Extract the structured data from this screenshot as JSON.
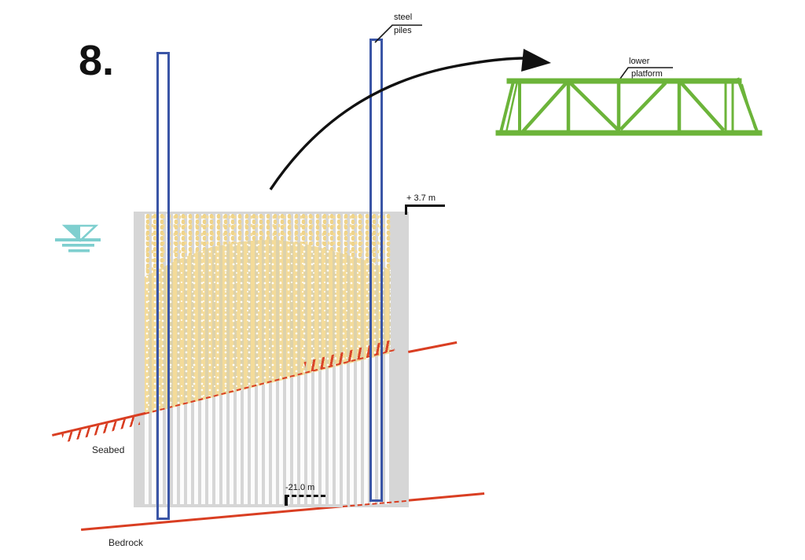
{
  "diagram": {
    "step_number": "8.",
    "callouts": {
      "steel_piles": {
        "line1": "steel",
        "line2": "piles"
      },
      "lower_platform": {
        "line1": "lower",
        "line2": "platform"
      }
    },
    "elevations": {
      "top": "+ 3.7 m",
      "bottom": "-21.0 m"
    },
    "geology": {
      "seabed": "Seabed",
      "bedrock": "Bedrock"
    },
    "colors": {
      "pile_blue": "#3a55a6",
      "truss_green": "#6cb43a",
      "geology_red": "#d93e22",
      "water_teal": "#7fcfcf",
      "sand_yellow": "#f4db99",
      "caisson_gray": "#d6d6d6"
    }
  }
}
